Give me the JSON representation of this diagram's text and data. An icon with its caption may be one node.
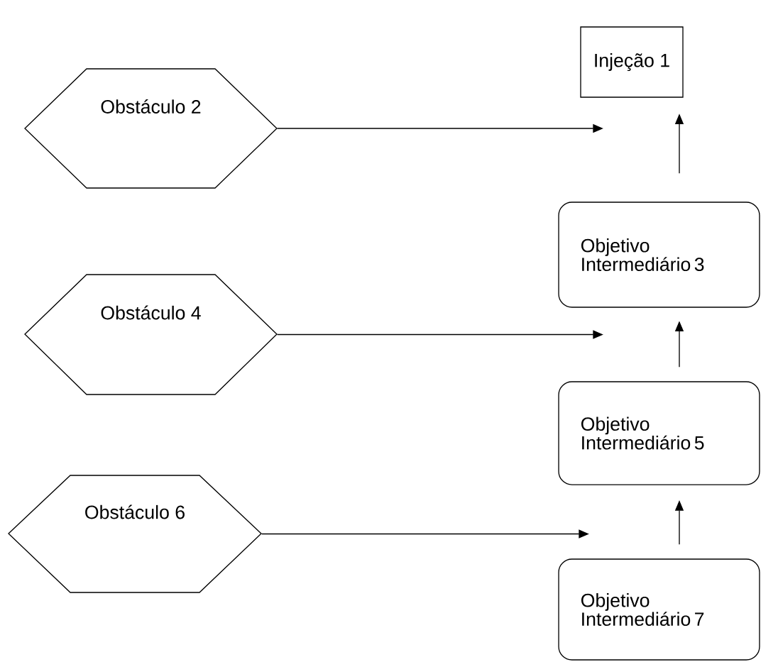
{
  "diagram": {
    "nodes": [
      {
        "text": [
          "Injeção 1"
        ]
      },
      {
        "text": [
          "Obstáculo 2"
        ]
      },
      {
        "text": [
          "Objetivo Intermediário 3"
        ]
      },
      {
        "text": [
          "Obstáculo 4"
        ]
      },
      {
        "text": [
          "Objetivo Intermediário 5"
        ]
      },
      {
        "text": [
          "Obstáculo 6"
        ]
      },
      {
        "text": [
          "Objetivo Intermediário 7"
        ]
      }
    ],
    "edges": [
      {
        "from": 1,
        "to": null,
        "arrow": "to"
      },
      {
        "from": 2,
        "to": 0,
        "arrow": "to"
      },
      {
        "from": 3,
        "to": null,
        "arrow": "to"
      },
      {
        "from": 4,
        "to": 2,
        "arrow": "to"
      },
      {
        "from": 5,
        "to": null,
        "arrow": "to"
      },
      {
        "from": 6,
        "to": 4,
        "arrow": "to"
      }
    ]
  }
}
